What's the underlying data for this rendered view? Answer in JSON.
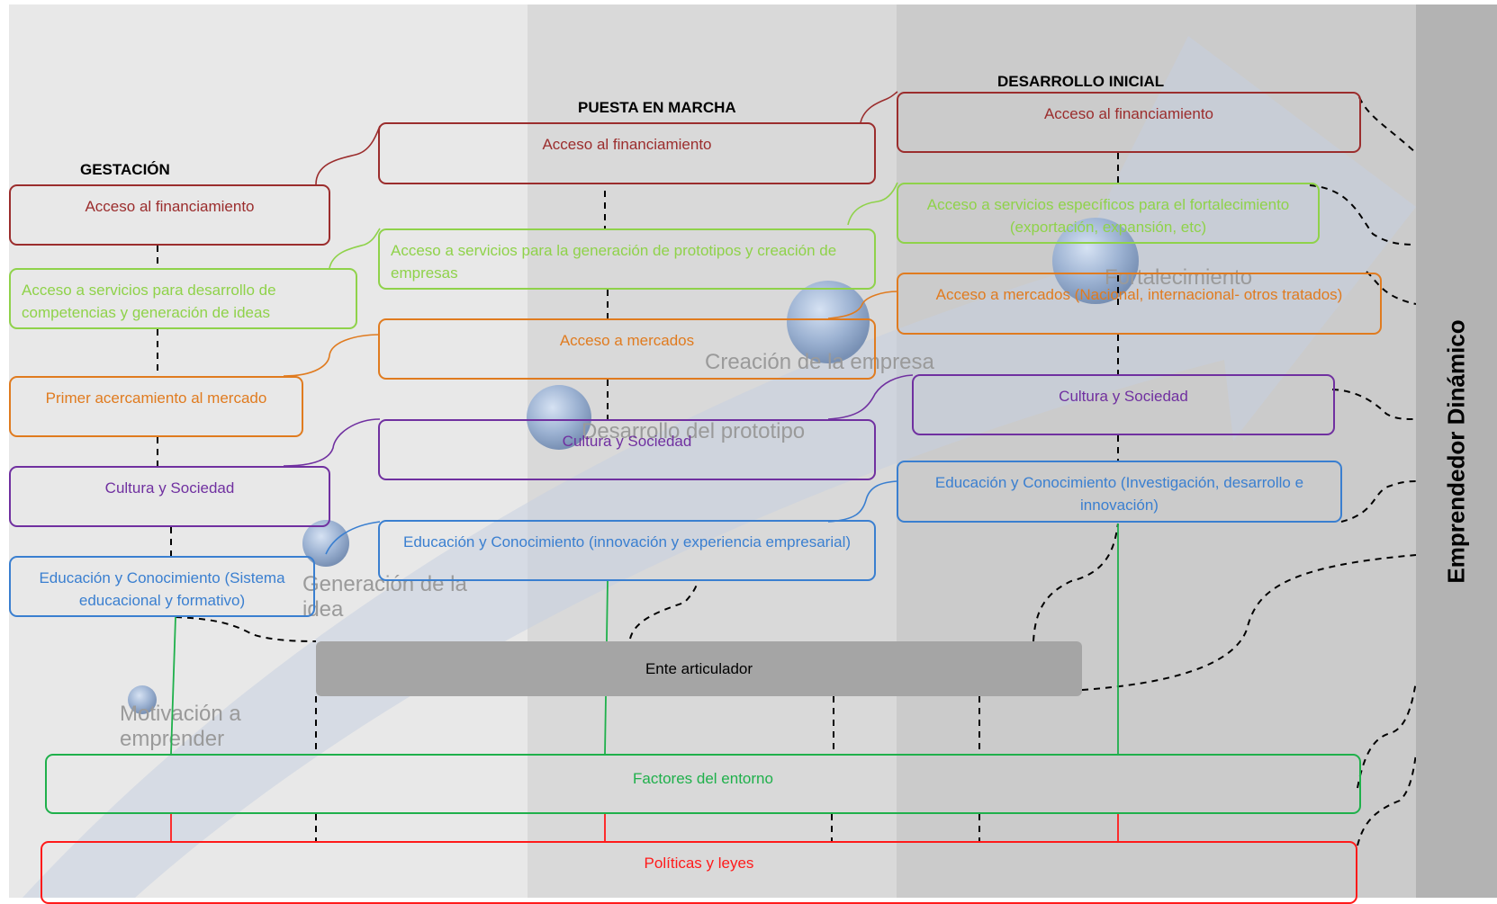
{
  "colors": {
    "financing": "#9b2d2d",
    "services": "#8fd24a",
    "markets": "#e07b1f",
    "culture": "#7030a0",
    "education": "#3a7fd0",
    "environment": "#1fb04b",
    "policies": "#ff1a1a",
    "band_1": "#e8e8e8",
    "band_2": "#d9d9d9",
    "band_3": "#cbcbcb",
    "sidebar": "#b3b3b3",
    "ente": "#a5a5a5"
  },
  "phases": {
    "gestacion": "GESTACIÓN",
    "puesta_en_marcha": "PUESTA EN MARCHA",
    "desarrollo_inicial": "DESARROLLO INICIAL"
  },
  "gestacion": {
    "financing": "Acceso al financiamiento",
    "services": "Acceso a servicios para desarrollo de competencias y generación de ideas",
    "market": "Primer acercamiento al mercado",
    "culture": "Cultura y Sociedad",
    "education": "Educación y Conocimiento (Sistema educacional y formativo)"
  },
  "puesta": {
    "financing": "Acceso al financiamiento",
    "services": "Acceso a servicios para la generación de prototipos y creación de empresas",
    "market": "Acceso a mercados",
    "culture": "Cultura y Sociedad",
    "education": "Educación y Conocimiento (innovación y experiencia empresarial)"
  },
  "desarrollo": {
    "financing": "Acceso al financiamiento",
    "services": "Acceso a servicios específicos para el fortalecimiento (exportación, expansión, etc)",
    "market": "Acceso a mercados (Nacional, internacional- otros tratados)",
    "culture": "Cultura y Sociedad",
    "education": "Educación y Conocimiento (Investigación, desarrollo e innovación)"
  },
  "stages": {
    "motivacion": "Motivación a emprender",
    "generacion": "Generación de la idea",
    "prototipo": "Desarrollo del prototipo",
    "creacion": "Creación de la empresa",
    "fortalecimiento": "Fortalecimiento"
  },
  "ente_articulador": "Ente articulador",
  "factores_entorno": "Factores del entorno",
  "politicas": "Políticas y leyes",
  "emprendedor": "Emprendedor Dinámico"
}
